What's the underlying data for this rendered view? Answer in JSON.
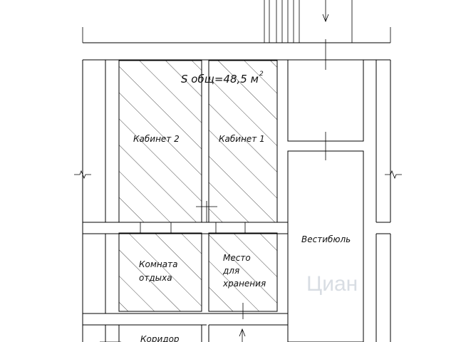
{
  "plan": {
    "area_label": "S общ=48,5 м",
    "area_superscript": "2",
    "rooms": [
      {
        "id": "office-2",
        "label": "Кабинет 2",
        "hatched": true
      },
      {
        "id": "office-1",
        "label": "Кабинет 1",
        "hatched": true
      },
      {
        "id": "rest-room",
        "label_lines": [
          "Комната",
          "отдыха"
        ],
        "hatched": true
      },
      {
        "id": "storage",
        "label_lines": [
          "Место",
          "для",
          "хранения"
        ],
        "hatched": true
      },
      {
        "id": "vestibule",
        "label": "Вестибюль",
        "hatched": false
      },
      {
        "id": "corridor",
        "label": "Коридор",
        "hatched": false
      }
    ],
    "watermark": "Циан"
  },
  "colors": {
    "line": "#000000",
    "hatch": "#000000",
    "watermark": "#d8dde3"
  }
}
